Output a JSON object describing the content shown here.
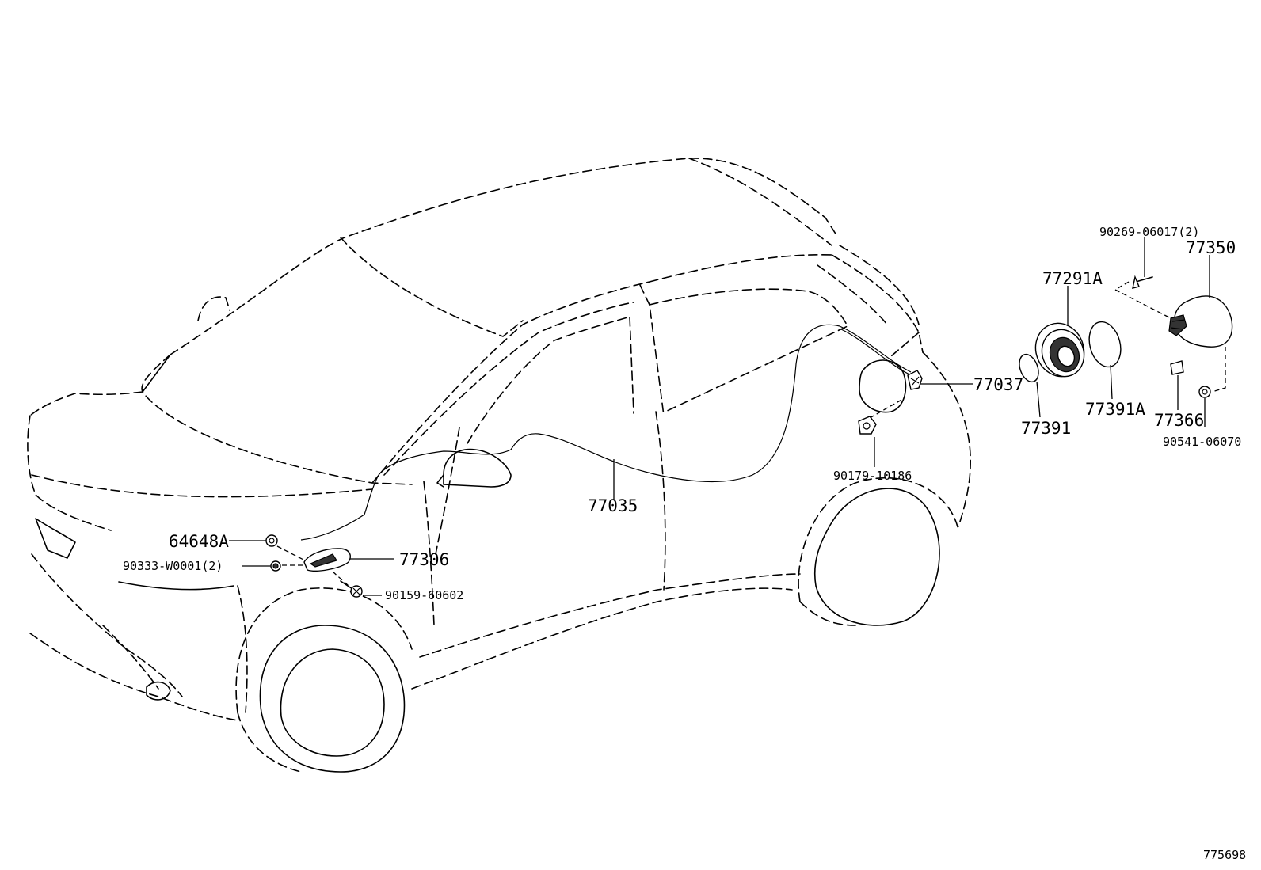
{
  "labels": {
    "p77350": "77350",
    "p90269": "90269-06017(2)",
    "p77291A": "77291A",
    "p77037": "77037",
    "p77391": "77391",
    "p77391A": "77391A",
    "p77366": "77366",
    "p90541": "90541-06070",
    "p90179": "90179-10186",
    "p77035": "77035",
    "p64648A": "64648A",
    "p90333": "90333-W0001(2)",
    "p77306": "77306",
    "p90159": "90159-60602"
  },
  "figure_ref": "775698"
}
